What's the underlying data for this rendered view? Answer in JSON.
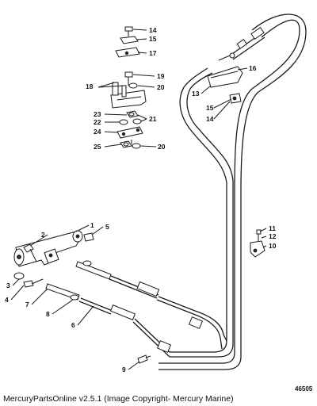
{
  "figure_number": "46505",
  "footer_text": "MercuryPartsOnline v2.5.1 (Image Copyright- Mercury Marine)",
  "callouts": {
    "n1": "1",
    "n2": "2",
    "n3": "3",
    "n4": "4",
    "n5": "5",
    "n6": "6",
    "n7": "7",
    "n8": "8",
    "n9": "9",
    "n10": "10",
    "n11": "11",
    "n12": "12",
    "n13": "13",
    "n14a": "14",
    "n14b": "14",
    "n15a": "15",
    "n15b": "15",
    "n16": "16",
    "n17": "17",
    "n18": "18",
    "n19": "19",
    "n20a": "20",
    "n20b": "20",
    "n21": "21",
    "n22": "22",
    "n23": "23",
    "n24": "24",
    "n25": "25"
  }
}
